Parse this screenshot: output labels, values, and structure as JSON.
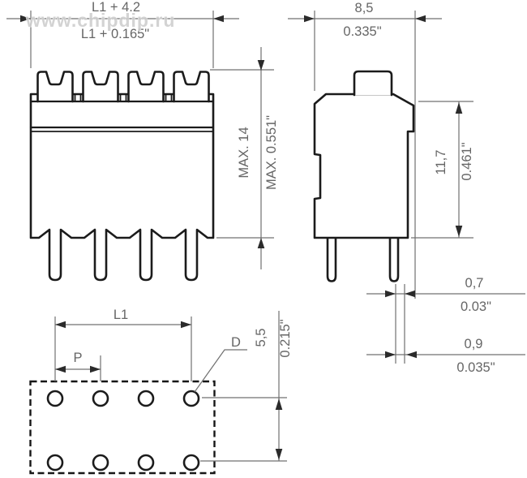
{
  "watermark": "www.chipdip.ru",
  "drawing": {
    "front_view": {
      "width_mm": "L1 + 4.2",
      "width_inch": "L1 + 0.165\"",
      "height_mm": "MAX. 14",
      "height_inch": "MAX. 0.551\""
    },
    "side_view": {
      "width_mm": "8,5",
      "width_inch": "0.335\"",
      "height_mm": "11,7",
      "height_inch": "0.461\"",
      "pin_thickness_mm": "0,7",
      "pin_thickness_inch": "0.03\"",
      "pin_width_mm": "0,9",
      "pin_width_inch": "0.035\""
    },
    "footprint_view": {
      "row_length": "L1",
      "pitch": "P",
      "hole_diameter": "D",
      "row_spacing_mm": "5,5",
      "row_spacing_inch": "0.215\""
    },
    "colors": {
      "outline": "#1b1b1b",
      "dimension_lines": "#707070",
      "dimension_text": "#666666",
      "watermark": "#cfcfcf",
      "background": "#ffffff"
    }
  }
}
